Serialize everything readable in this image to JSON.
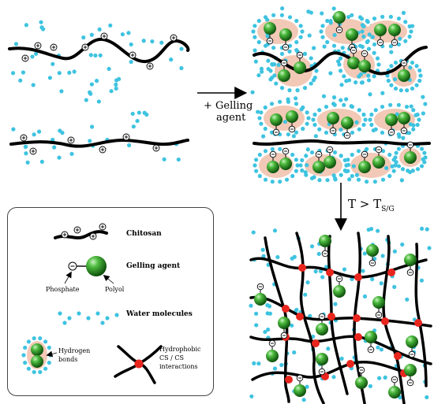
{
  "diagram": {
    "step1_label_line1": "+ Gelling",
    "step1_label_line2": "agent",
    "step2_label_main": "T > T",
    "step2_label_sub": "S/G"
  },
  "legend": {
    "chitosan": "Chitosan",
    "gelling_agent": "Gelling agent",
    "phosphate": "Phosphate",
    "polyol": "Polyol",
    "water": "Water molecules",
    "hbond_line1": "Hydrogen",
    "hbond_line2": "bonds",
    "hydrophobic_line1": "Hydrophobic",
    "hydrophobic_line2": "CS / CS",
    "hydrophobic_line3": "interactions"
  },
  "colors": {
    "water": "#3ec3e0",
    "gelling_sphere": "#1f8f1f",
    "crosslink": "#e8261e",
    "halo": "#f2c9b6",
    "chain": "#000000"
  }
}
